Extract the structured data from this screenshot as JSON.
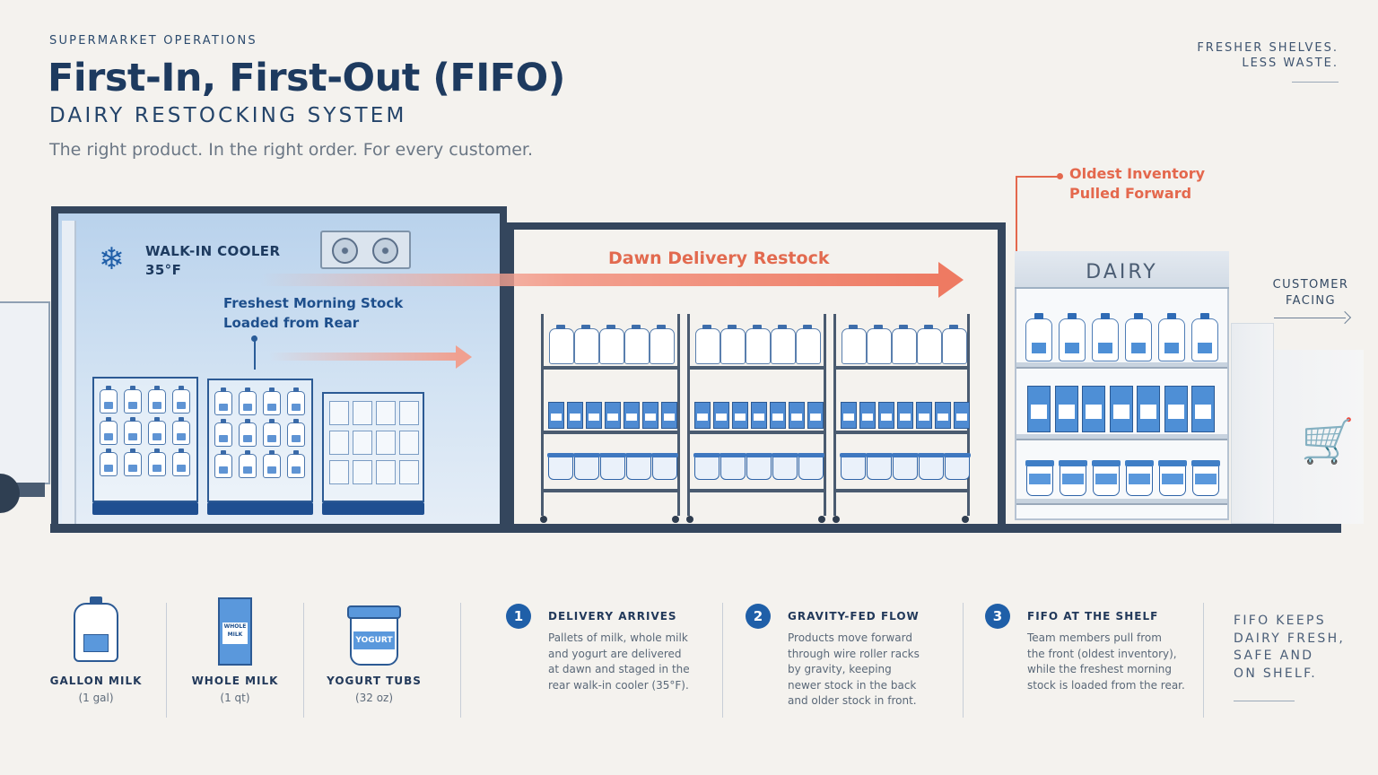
{
  "header": {
    "kicker": "SUPERMARKET OPERATIONS",
    "title": "First-In, First-Out (FIFO)",
    "subtitle": "DAIRY RESTOCKING SYSTEM",
    "tagline": "The right product. In the right order. For every customer.",
    "corner_line1": "FRESHER SHELVES.",
    "corner_line2": "LESS WASTE."
  },
  "scene": {
    "cooler_title": "WALK-IN COOLER",
    "cooler_temp": "35°F",
    "fresh_line1": "Freshest Morning Stock",
    "fresh_line2": "Loaded from Rear",
    "dawn_label": "Dawn Delivery Restock",
    "oldest_line1": "Oldest Inventory",
    "oldest_line2": "Pulled Forward",
    "case_title": "DAIRY",
    "customer_line1": "CUSTOMER",
    "customer_line2": "FACING"
  },
  "products": [
    {
      "name": "GALLON MILK",
      "size": "(1 gal)",
      "icon": "gallon-jug-icon"
    },
    {
      "name": "WHOLE MILK",
      "size": "(1 qt)",
      "icon": "milk-carton-icon"
    },
    {
      "name": "YOGURT TUBS",
      "size": "(32 oz)",
      "icon": "yogurt-tub-icon"
    }
  ],
  "steps": [
    {
      "num": "1",
      "title": "DELIVERY ARRIVES",
      "lines": [
        "Pallets of milk, whole milk",
        "and yogurt are delivered",
        "at dawn and staged in the",
        "rear walk-in cooler (35°F)."
      ]
    },
    {
      "num": "2",
      "title": "GRAVITY-FED FLOW",
      "lines": [
        "Products move forward",
        "through wire roller racks",
        "by gravity, keeping",
        "newer stock in the back",
        "and older stock in front."
      ]
    },
    {
      "num": "3",
      "title": "FIFO AT THE SHELF",
      "lines": [
        "Team members pull from",
        "the front (oldest inventory),",
        "while the freshest morning",
        "stock is loaded from the rear."
      ]
    }
  ],
  "closing": [
    "FIFO KEEPS",
    "DAIRY FRESH,",
    "SAFE AND",
    "ON SHELF."
  ],
  "colors": {
    "navy": "#1d3a5f",
    "accent_blue": "#1f5fa8",
    "restock_orange": "#ee7a62"
  }
}
